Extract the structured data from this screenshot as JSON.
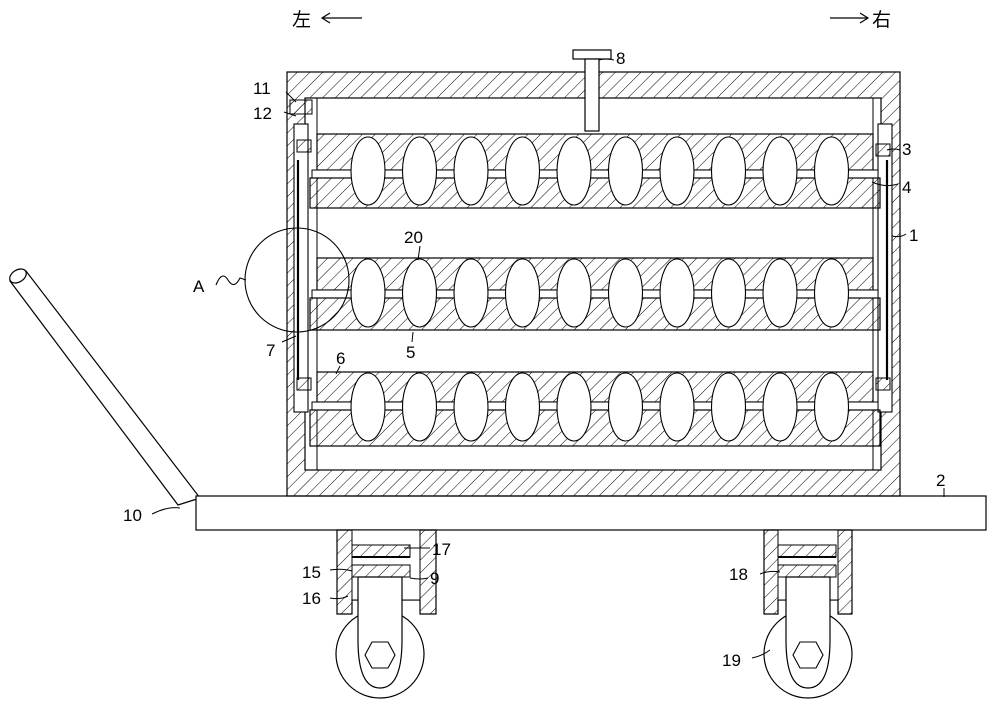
{
  "direction": {
    "left": "左",
    "right": "右"
  },
  "labels": {
    "l1": "1",
    "l2": "2",
    "l3": "3",
    "l4": "4",
    "l5": "5",
    "l6": "6",
    "l7": "7",
    "l8": "8",
    "l9": "9",
    "l10": "10",
    "l11": "11",
    "l12": "12",
    "l15": "15",
    "l16": "16",
    "l17": "17",
    "l18": "18",
    "l19": "19",
    "l20": "20",
    "lA": "A"
  },
  "colors": {
    "stroke": "#000000",
    "fill": "#ffffff"
  }
}
